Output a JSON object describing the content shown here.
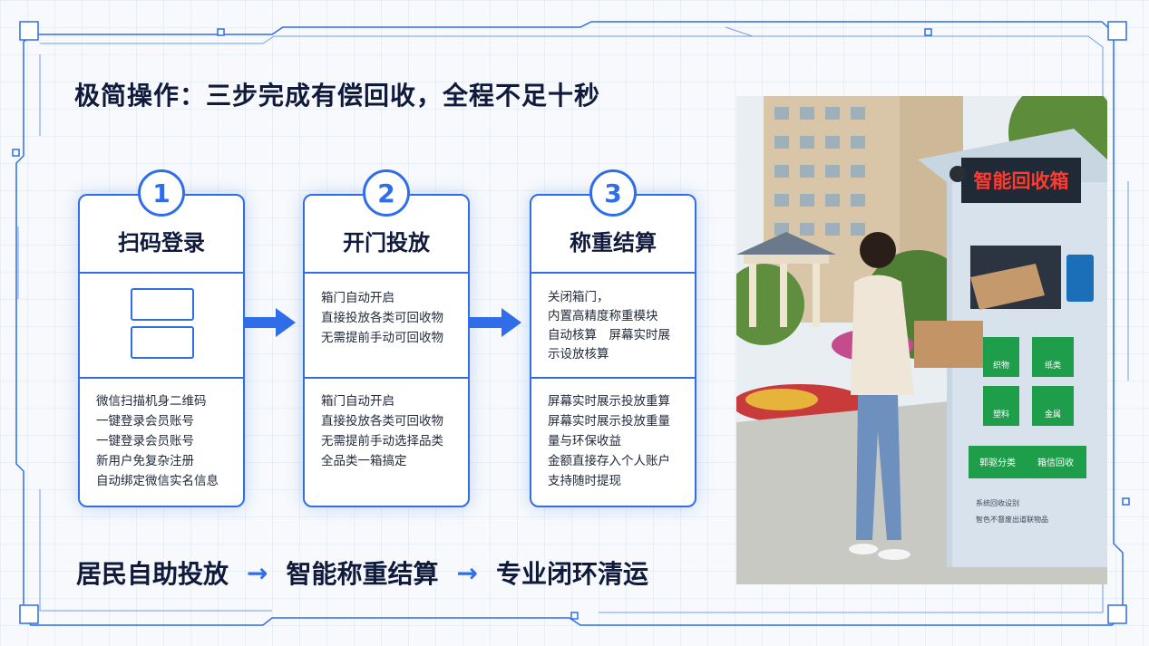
{
  "title": "极简操作：三步完成有偿回收，全程不足十秒",
  "steps": [
    {
      "number": "1",
      "title": "扫码登录",
      "bottom_lines": [
        "微信扫描机身二维码",
        "一键登录会员账号",
        "一键登录会员账号",
        "新用户免复杂注册",
        "自动绑定微信实名信息"
      ]
    },
    {
      "number": "2",
      "title": "开门投放",
      "middle_lines": [
        "箱门自动开启",
        "直接投放各类可回收物",
        "无需提前手动可回收物"
      ],
      "bottom_lines": [
        "箱门自动开启",
        "直接投放各类可回收物",
        "无需提前手动选择品类",
        "全品类一箱搞定"
      ]
    },
    {
      "number": "3",
      "title": "称重结算",
      "middle_lines": [
        "关闭箱门，",
        "内置高精度称重模块",
        "自动核算　屏幕实时展",
        "示设放核算"
      ],
      "bottom_lines": [
        "屏幕实时展示投放重算",
        "屏幕实时展示投放重量",
        "量与环保收益",
        "金额直接存入个人账户",
        "支持随时提现"
      ]
    }
  ],
  "footer": {
    "items": [
      "居民自助投放",
      "智能称重结算",
      "专业闭环清运"
    ],
    "arrow": "→"
  },
  "photo": {
    "sign": "智能回收箱",
    "panels": [
      "织物",
      "纸类",
      "塑料",
      "金属"
    ],
    "band_left": "郭驱分类",
    "band_right": "箱信回收",
    "caption_1": "系统回收设别",
    "caption_2": "智色不督废出道联物品"
  },
  "colors": {
    "accent": "#2f6ee8",
    "text": "#0f1a3c",
    "sign_red": "#ff3b30",
    "panel_green": "#1e9e4a"
  }
}
